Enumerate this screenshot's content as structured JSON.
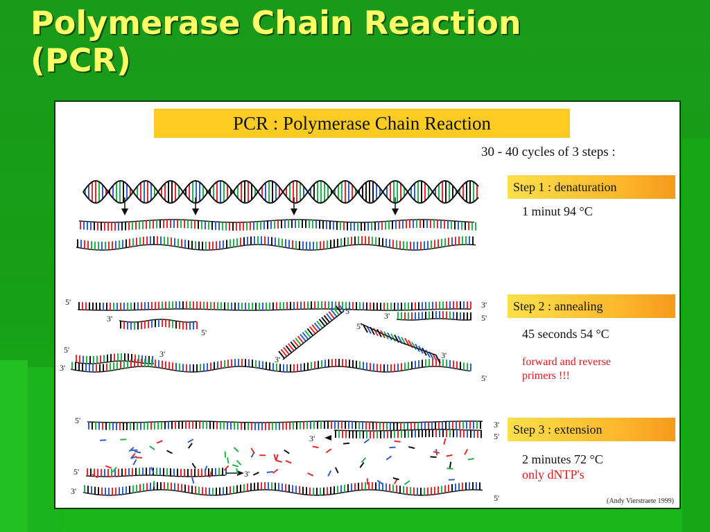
{
  "slide": {
    "title_line1": "Polymerase Chain Reaction",
    "title_line2": "(PCR)"
  },
  "figure": {
    "header": "PCR : Polymerase Chain Reaction",
    "cycles": "30 - 40 cycles of 3 steps :",
    "steps": [
      {
        "label": "Step 1 : denaturation",
        "condition": "1 minut 94 °C"
      },
      {
        "label": "Step 2 : annealing",
        "condition": "45 seconds 54 °C",
        "note_line1": "forward and reverse",
        "note_line2": "primers !!!"
      },
      {
        "label": "Step 3 : extension",
        "condition": "2 minutes 72 °C",
        "note": "only dNTP's"
      }
    ],
    "credit": "(Andy Vierstraete 1999)",
    "strand_labels": {
      "five_prime": "5'",
      "three_prime": "3'"
    }
  },
  "colors": {
    "slide_bg": "#19a219",
    "title": "#ffff66",
    "header_bg": "#fdcc22",
    "step_bg_start": "#fde04a",
    "step_bg_end": "#f59a1c",
    "note_red": "#e0161d",
    "base_red": "#e8262c",
    "base_green": "#22b24c",
    "base_blue": "#2b5fd0",
    "base_black": "#111111"
  }
}
